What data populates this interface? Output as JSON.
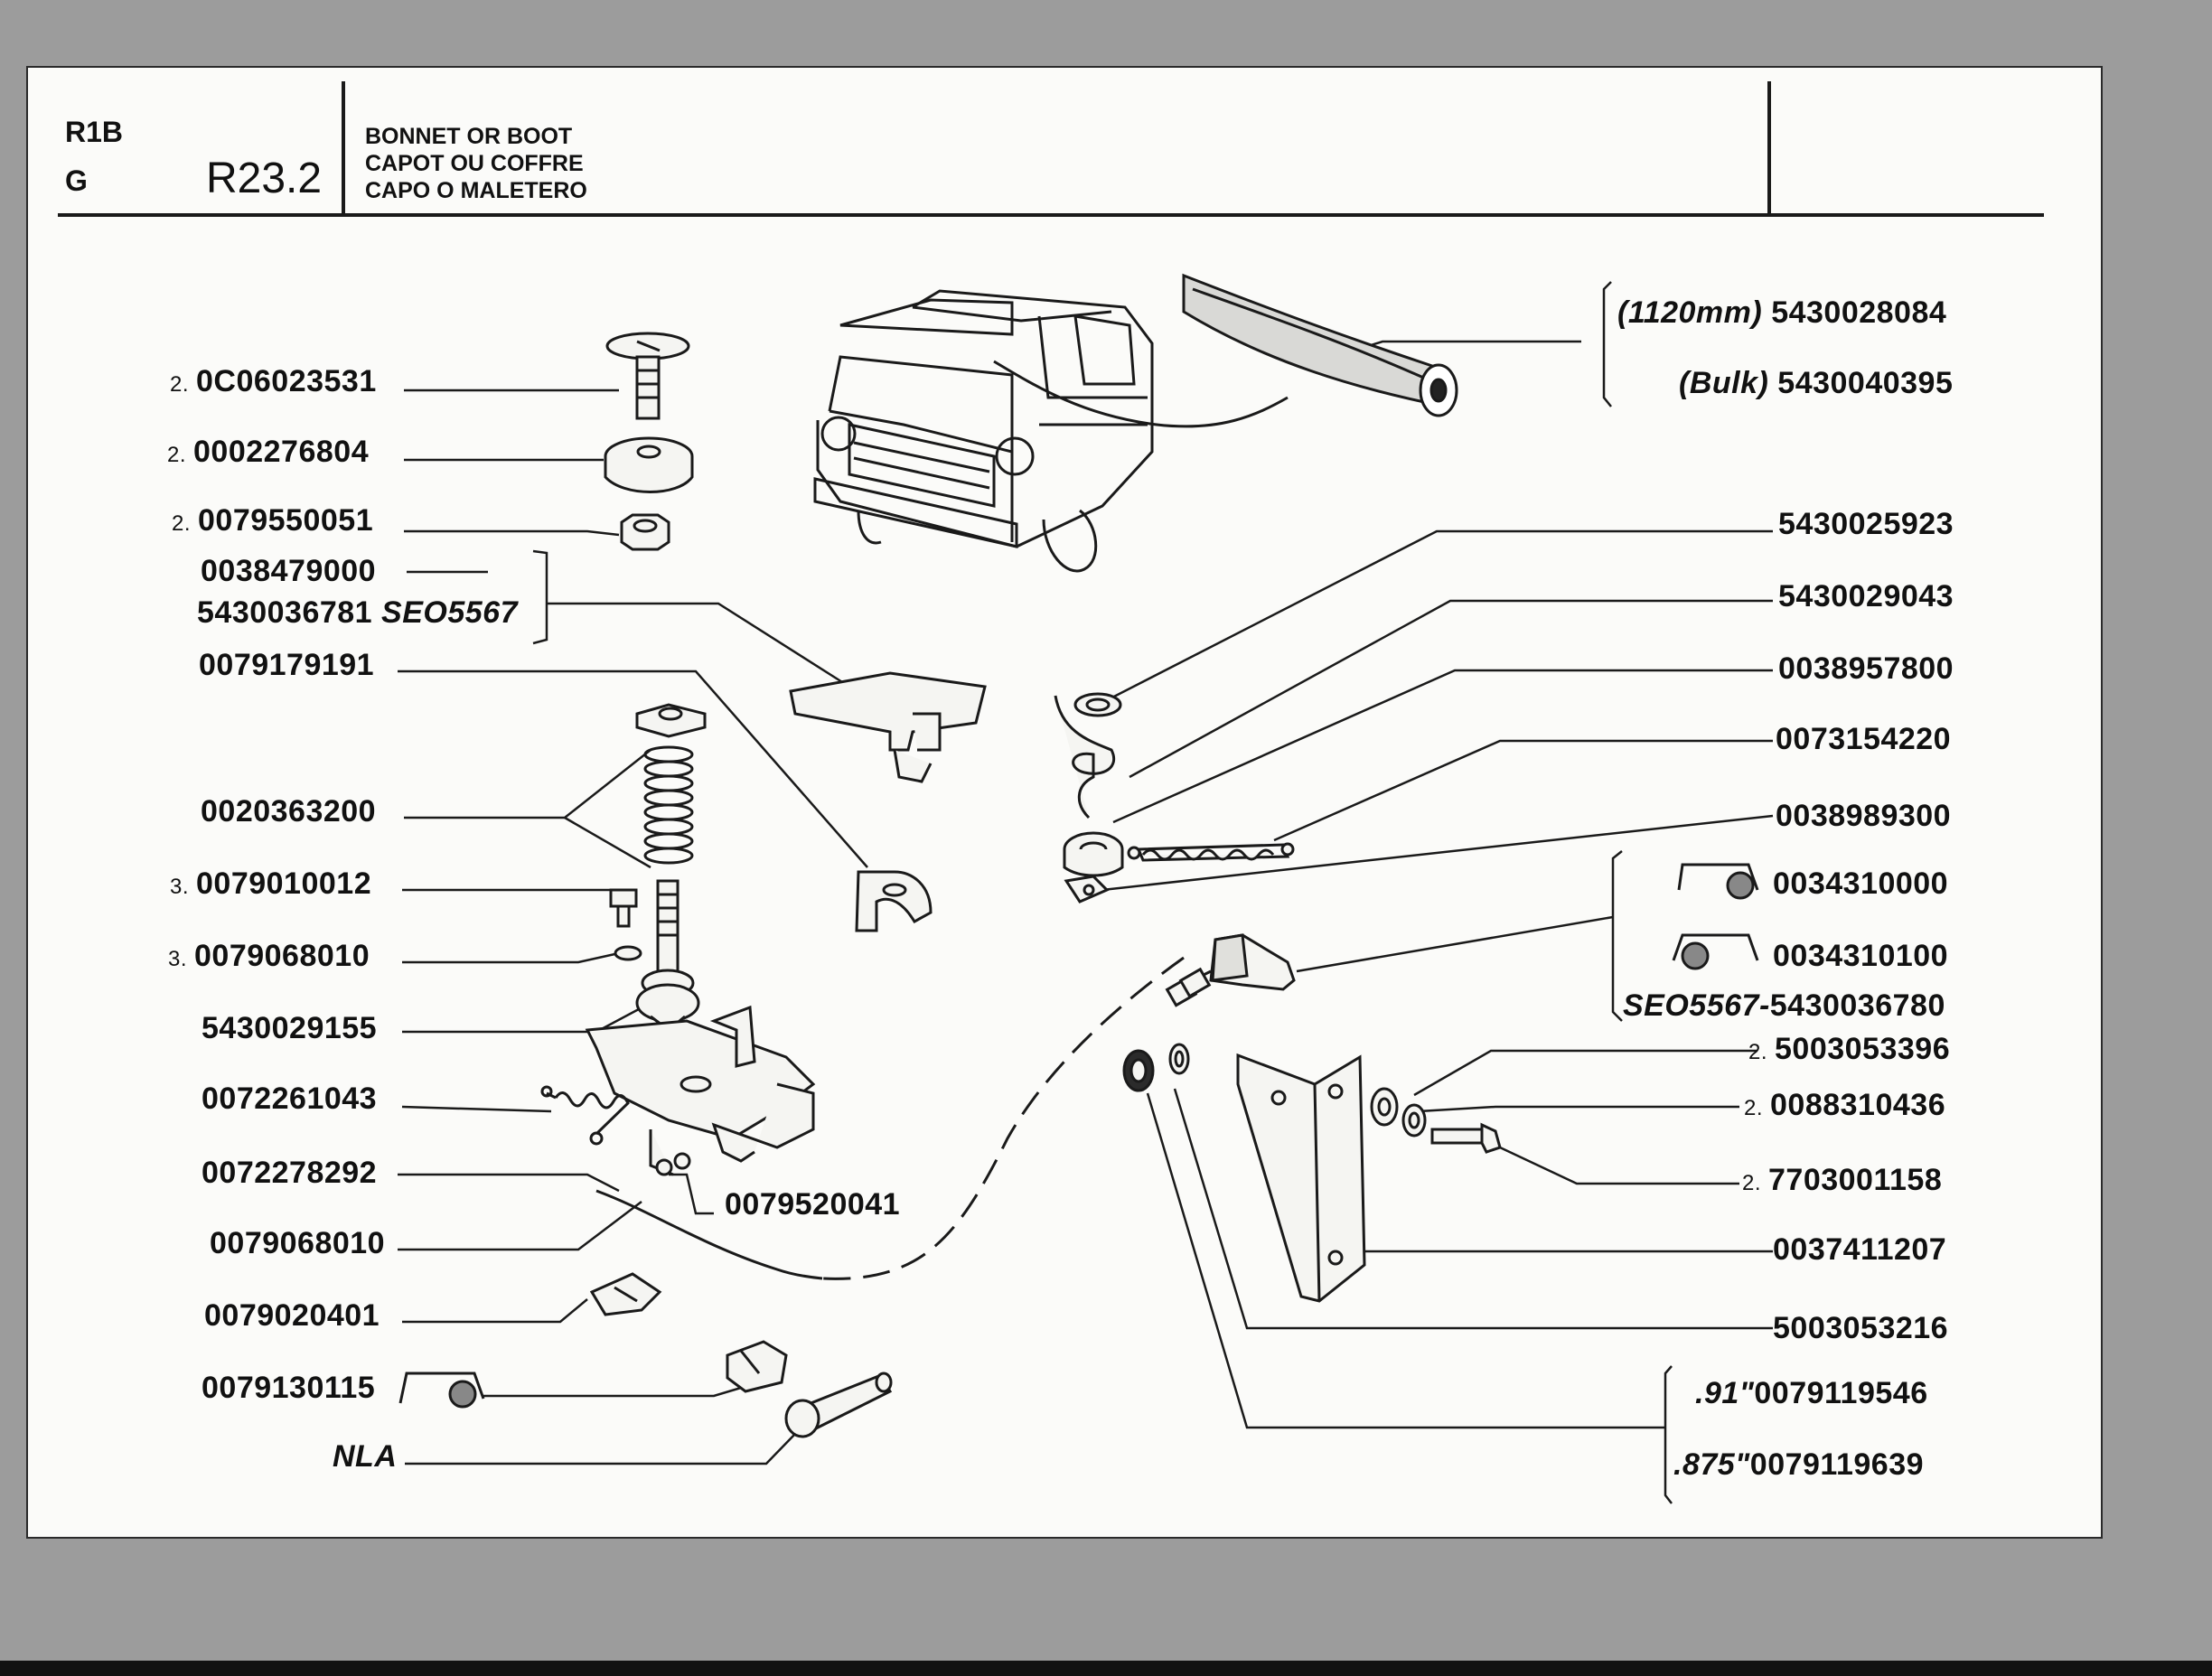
{
  "header": {
    "model_code": "R1B",
    "grade": "G",
    "plate_number": "R23.2",
    "title_lines": [
      "BONNET OR BOOT",
      "CAPOT OU COFFRE",
      "CAPO O MALETERO"
    ]
  },
  "labels_left": [
    {
      "qty": "2.",
      "code": "0C06023531"
    },
    {
      "qty": "2.",
      "code": "0002276804"
    },
    {
      "qty": "2.",
      "code": "0079550051"
    },
    {
      "qty": "",
      "code": "0038479000"
    },
    {
      "qty": "",
      "code": "5430036781",
      "note": "SEO5567"
    },
    {
      "qty": "",
      "code": "0079179191"
    },
    {
      "qty": "",
      "code": "0020363200"
    },
    {
      "qty": "3.",
      "code": "0079010012"
    },
    {
      "qty": "3.",
      "code": "0079068010"
    },
    {
      "qty": "",
      "code": "5430029155"
    },
    {
      "qty": "",
      "code": "0072261043"
    },
    {
      "qty": "",
      "code": "0072278292"
    },
    {
      "qty": "",
      "code": "0079068010"
    },
    {
      "qty": "",
      "code": "0079020401"
    },
    {
      "qty": "",
      "code": "0079130115"
    },
    {
      "qty": "",
      "code": "NLA"
    }
  ],
  "labels_right": [
    {
      "prefix": "(1120mm)",
      "code": "5430028084"
    },
    {
      "prefix": "(Bulk)",
      "code": "5430040395"
    },
    {
      "qty": "",
      "code": "5430025923"
    },
    {
      "qty": "",
      "code": "5430029043"
    },
    {
      "qty": "",
      "code": "0038957800"
    },
    {
      "qty": "",
      "code": "0073154220"
    },
    {
      "qty": "",
      "code": "0038989300"
    },
    {
      "qty": "",
      "code": "0034310000"
    },
    {
      "qty": "",
      "code": "0034310100"
    },
    {
      "prefix": "SEO5567-",
      "code": "5430036780"
    },
    {
      "qty": "2.",
      "code": "5003053396"
    },
    {
      "qty": "2.",
      "code": "0088310436"
    },
    {
      "qty": "2.",
      "code": "7703001158"
    },
    {
      "qty": "",
      "code": "0037411207"
    },
    {
      "qty": "",
      "code": "5003053216"
    },
    {
      "prefix": ".91\"",
      "code": "0079119546"
    },
    {
      "prefix": ".875\"",
      "code": "0079119639"
    }
  ],
  "label_center": {
    "code": "0079520041"
  }
}
